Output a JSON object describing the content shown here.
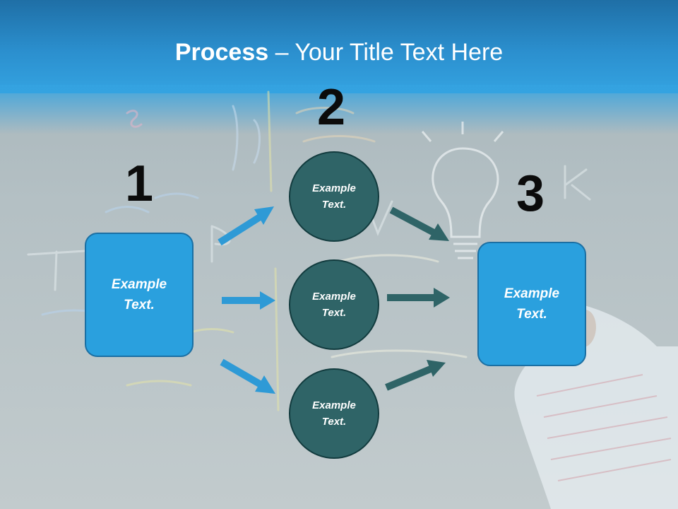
{
  "title": {
    "bold": "Process",
    "rest": " – Your Title Text Here"
  },
  "steps": {
    "one": "1",
    "two": "2",
    "three": "3"
  },
  "boxes": {
    "left": "Example Text.",
    "right": "Example Text."
  },
  "circles": {
    "top": "Example Text.",
    "middle": "Example Text.",
    "bottom": "Example Text."
  },
  "colors": {
    "header": "#2b8fce",
    "box_fill": "#2aa0de",
    "circle_fill": "#2f6467",
    "arrow_blue": "#2e9ad6",
    "arrow_teal": "#2f6467"
  }
}
